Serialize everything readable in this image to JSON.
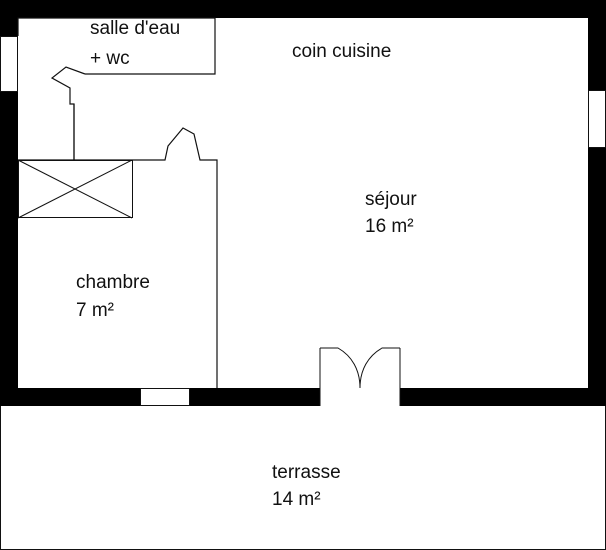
{
  "rooms": {
    "bathroom": {
      "name_line1": "salle d'eau",
      "name_line2": "+ wc"
    },
    "kitchen": {
      "name": "coin cuisine"
    },
    "living": {
      "name": "séjour",
      "area": "16 m²"
    },
    "bedroom": {
      "name": "chambre",
      "area": "7 m²"
    },
    "terrace": {
      "name": "terrasse",
      "area": "14 m²"
    }
  },
  "colors": {
    "wall": "#000000",
    "line": "#111111",
    "background": "#ffffff"
  }
}
